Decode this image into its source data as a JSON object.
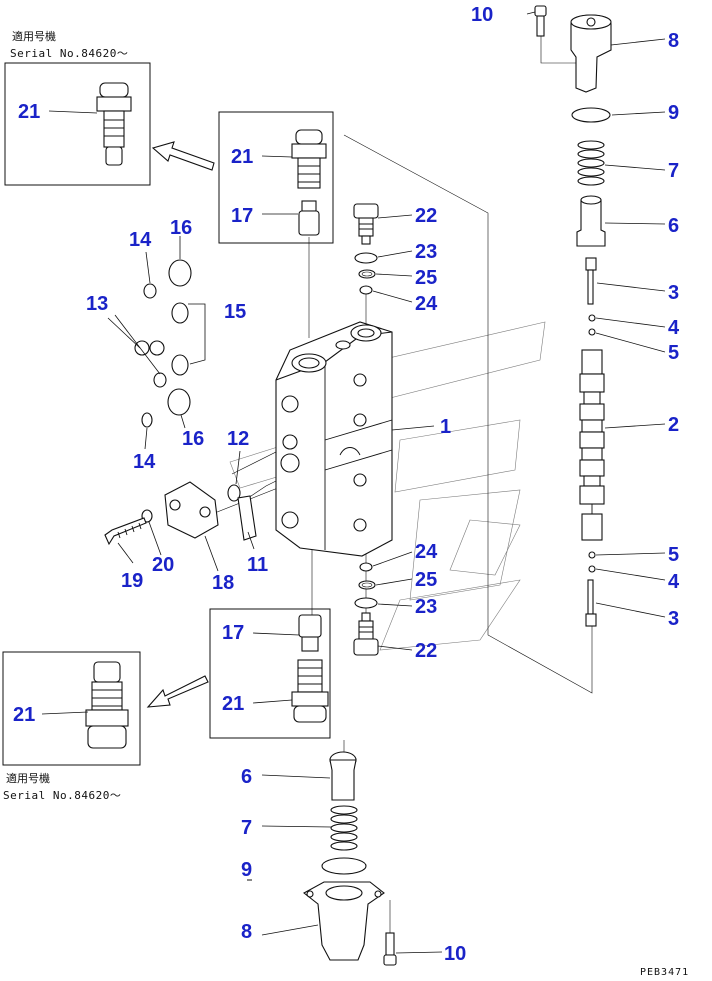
{
  "serial_note": {
    "top": {
      "line1": "適用号機",
      "line2": "Serial No.84620～"
    },
    "bottom": {
      "line1": "適用号機",
      "line2": "Serial No.84620～"
    }
  },
  "drawing_code": "PEB3471",
  "callouts": {
    "c1": "1",
    "c2a": "2",
    "c3a": "3",
    "c3b": "3",
    "c4a": "4",
    "c4b": "4",
    "c5a": "5",
    "c5b": "5",
    "c6a": "6",
    "c6b": "6",
    "c7a": "7",
    "c7b": "7",
    "c8a": "8",
    "c8b": "8",
    "c9a": "9",
    "c9b": "9",
    "c10a": "10",
    "c10b": "10",
    "c11": "11",
    "c12": "12",
    "c13": "13",
    "c14a": "14",
    "c14b": "14",
    "c15": "15",
    "c16a": "16",
    "c16b": "16",
    "c17a": "17",
    "c17b": "17",
    "c18": "18",
    "c19": "19",
    "c20": "20",
    "c21a": "21",
    "c21b": "21",
    "c21c": "21",
    "c21d": "21",
    "c22a": "22",
    "c22b": "22",
    "c23a": "23",
    "c23b": "23",
    "c24a": "24",
    "c24b": "24",
    "c25a": "25",
    "c25b": "25"
  }
}
